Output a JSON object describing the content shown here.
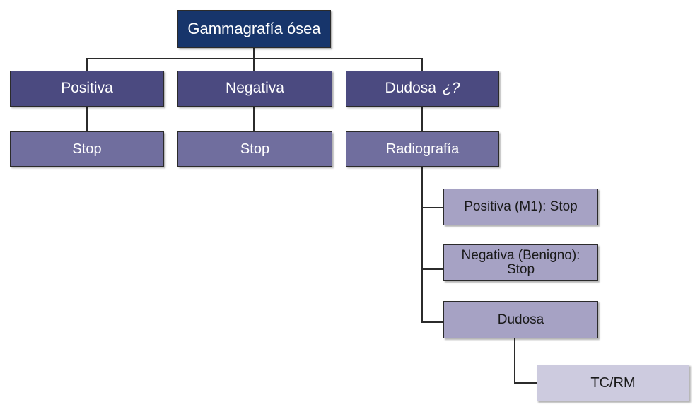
{
  "diagram": {
    "title": "Gammagrafia osea decision flowchart",
    "type": "flowchart",
    "colors": {
      "root_fill": "#17356b",
      "tier2_fill": "#4b4a80",
      "tier3_fill": "#706e9e",
      "tier4_fill": "#a6a2c4",
      "tier5_fill": "#cdcbdf",
      "border": "#2b2b2b",
      "light_text": "#ffffff",
      "dark_text": "#1a1a1a",
      "background": "#ffffff"
    },
    "nodes": {
      "root": {
        "label": "Gammagrafía ósea"
      },
      "positiva": {
        "label": "Positiva"
      },
      "negativa": {
        "label": "Negativa"
      },
      "dudosa": {
        "label": "Dudosa",
        "suffix": "¿?"
      },
      "stop_positiva": {
        "label": "Stop"
      },
      "stop_negativa": {
        "label": "Stop"
      },
      "radiografia": {
        "label": "Radiografía"
      },
      "rx_positiva": {
        "label": "Positiva (M1): Stop"
      },
      "rx_negativa_line1": {
        "label": "Negativa (Benigno):"
      },
      "rx_negativa_line2": {
        "label": "Stop"
      },
      "rx_dudosa": {
        "label": "Dudosa"
      },
      "tcrm": {
        "label": "TC/RM"
      }
    }
  }
}
